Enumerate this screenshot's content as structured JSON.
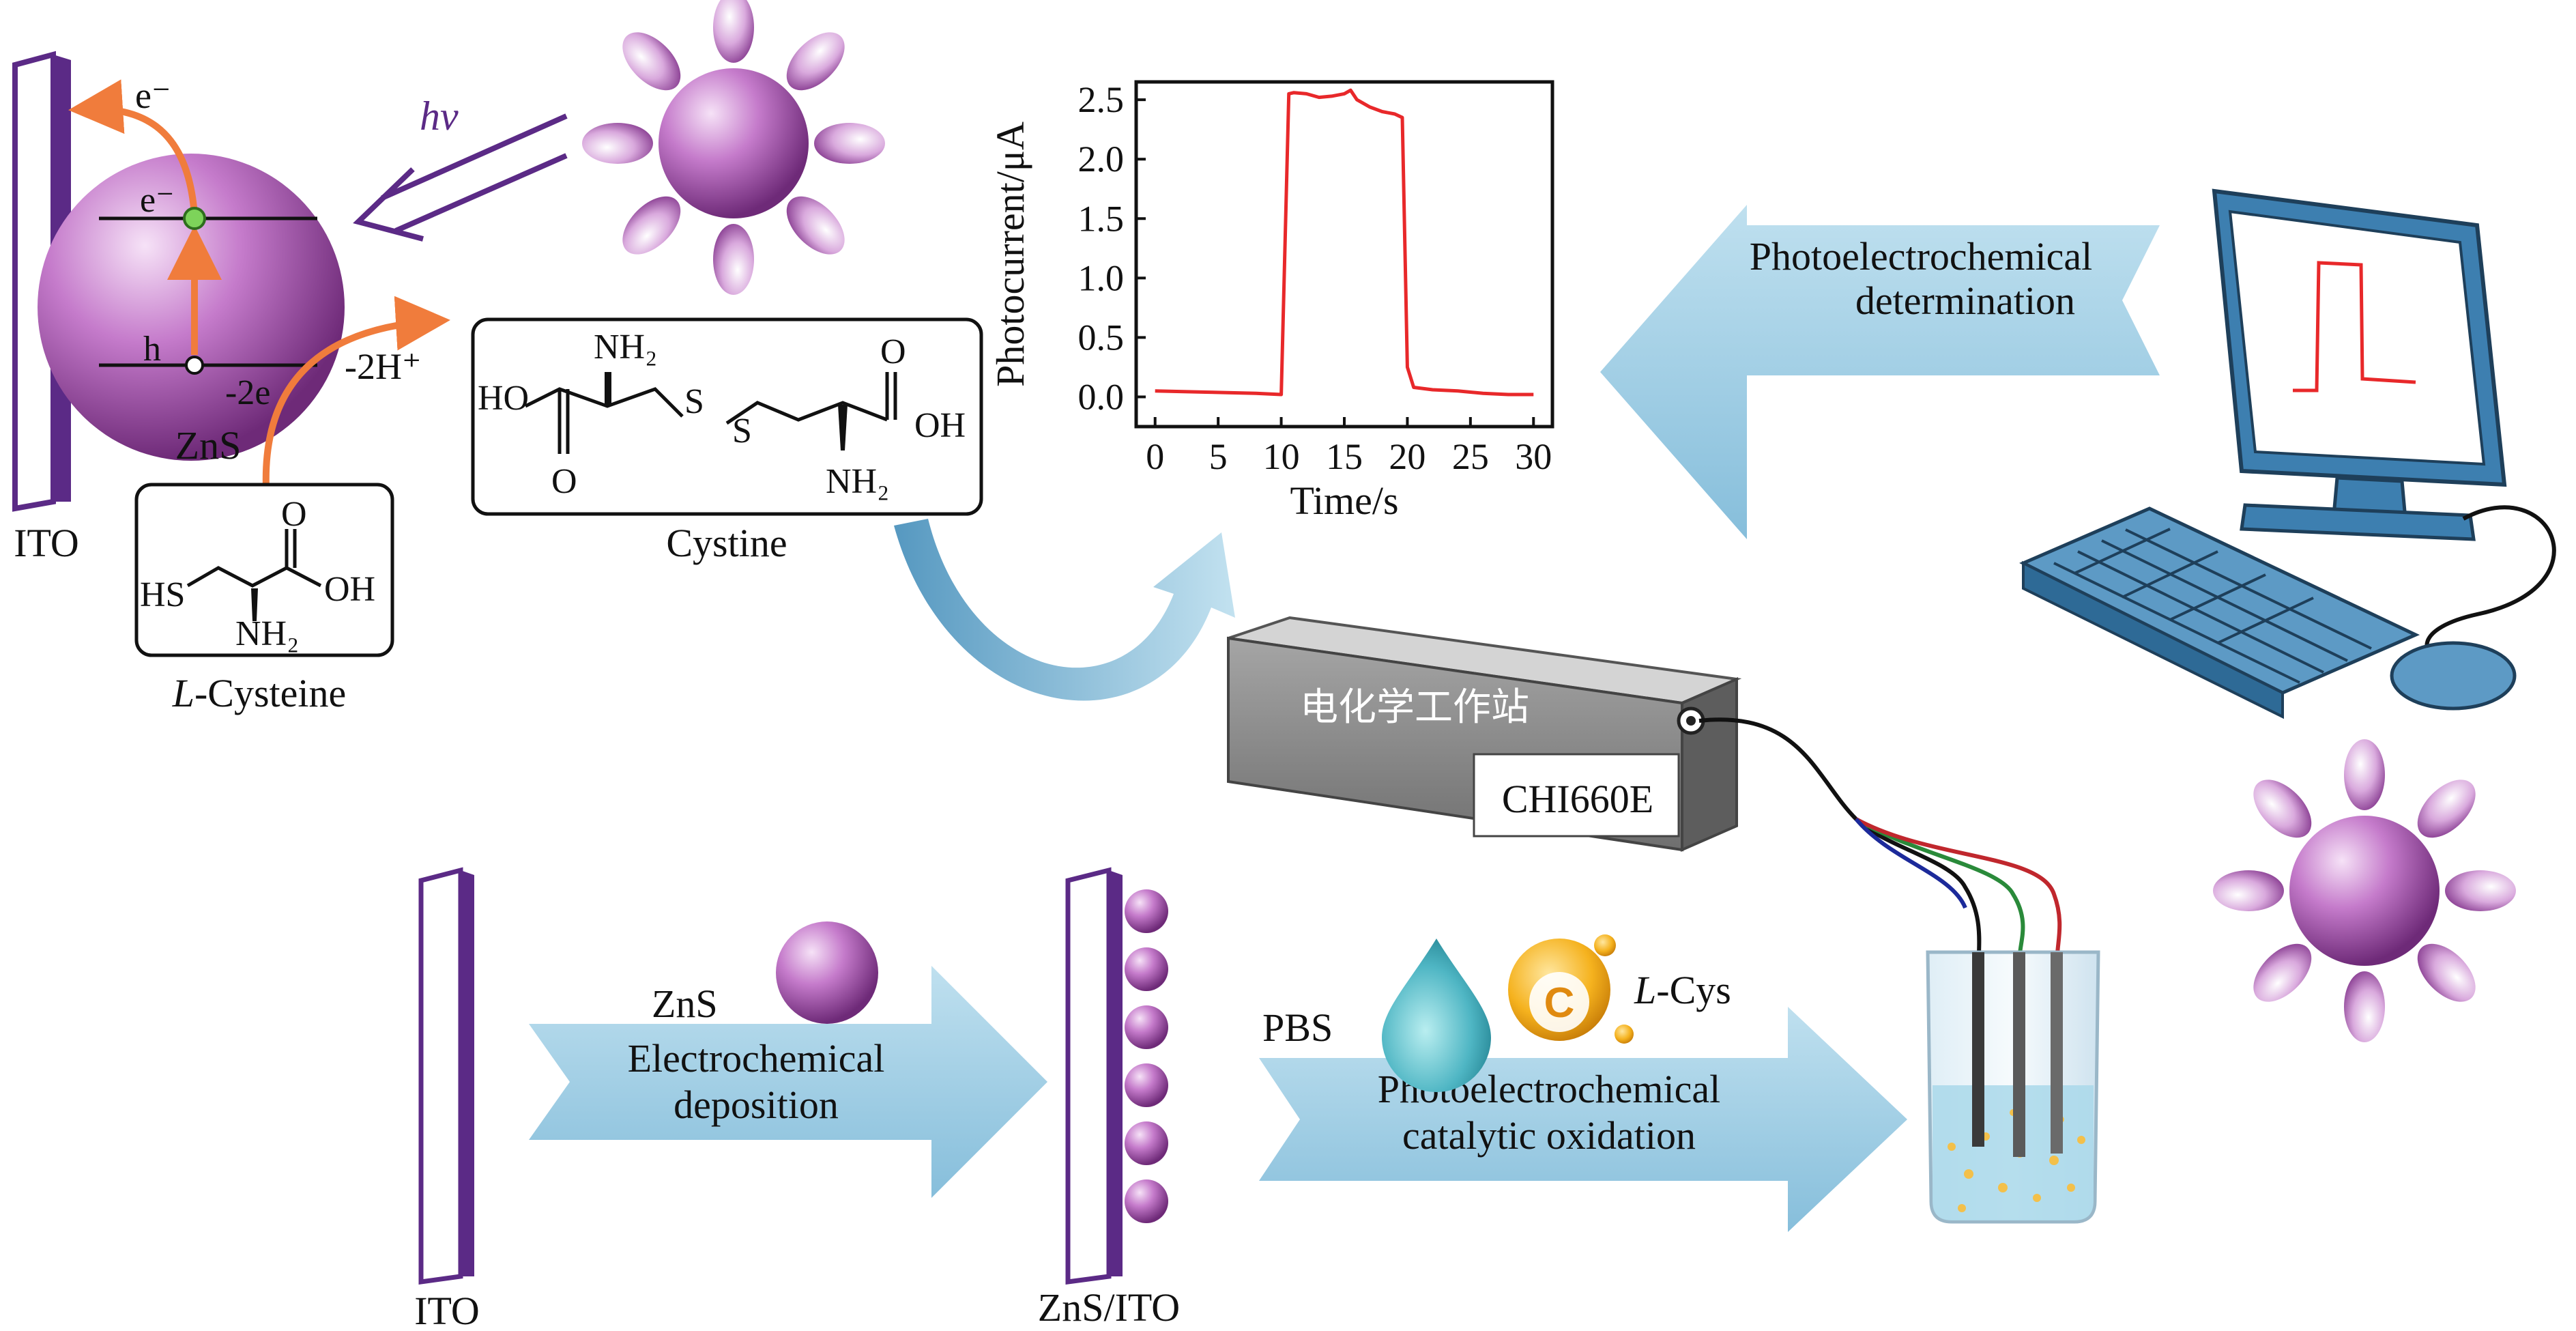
{
  "labels": {
    "ito_left": "ITO",
    "hv": "hv",
    "e_minus_top": "e⁻",
    "e_minus_band": "e⁻",
    "hole": "h",
    "minus_2e": "-2e",
    "minus_2h": "-2H⁺",
    "zns_particle": "ZnS",
    "l_cysteine": "L-Cysteine",
    "cystine": "Cystine",
    "ito_bottom": "ITO",
    "zns_label": "ZnS",
    "zns_ito": "ZnS/ITO",
    "pbs": "PBS",
    "l_cys": "L-Cys",
    "vitamin_c": "C"
  },
  "molecules": {
    "cysteine": {
      "hs": "HS",
      "oh": "OH",
      "o": "O",
      "nh2": "NH₂"
    },
    "cystine": {
      "ho": "HO",
      "nh2_top": "NH₂",
      "s1": "S",
      "s2": "S",
      "o_top": "O",
      "oh": "OH",
      "o_bottom": "O",
      "nh2_bottom": "NH₂"
    }
  },
  "arrows": {
    "photo_det_line1": "Photoelectrochemical",
    "photo_det_line2": "determination",
    "electrodep_line1": "Electrochemical",
    "electrodep_line2": "deposition",
    "catalytic_line1": "Photoelectrochemical",
    "catalytic_line2": "catalytic oxidation"
  },
  "workstation": {
    "name": "电化学工作站",
    "model": "CHI660E"
  },
  "colors": {
    "purple": "#5b2a86",
    "sphere": "#b064b8",
    "arrow_blue": "#9ccbe3",
    "arrow_orange": "#f07c3c",
    "trace_red": "#e8282a",
    "monitor": "#3d7fb0"
  },
  "chart_data": {
    "type": "line",
    "x": [
      0,
      2,
      4,
      6,
      8,
      10,
      10.6,
      11,
      12,
      13,
      14,
      15,
      15.5,
      16,
      17,
      18,
      19,
      19.6,
      20,
      20.5,
      22,
      24,
      26,
      28,
      30
    ],
    "series": [
      {
        "values": [
          0.05,
          0.045,
          0.04,
          0.035,
          0.03,
          0.02,
          2.55,
          2.56,
          2.55,
          2.52,
          2.53,
          2.55,
          2.58,
          2.5,
          2.44,
          2.4,
          2.38,
          2.35,
          0.25,
          0.08,
          0.06,
          0.05,
          0.03,
          0.02,
          0.02
        ]
      }
    ],
    "xlabel": "Time/s",
    "ylabel": "Photocurrent/μA",
    "xlim": [
      -1.5,
      31.5
    ],
    "ylim": [
      -0.25,
      2.65
    ],
    "xticks": [
      0,
      5,
      10,
      15,
      20,
      25,
      30
    ],
    "yticks": [
      0.0,
      0.5,
      1.0,
      1.5,
      2.0,
      2.5
    ],
    "ytick_labels": [
      "0.0",
      "0.5",
      "1.0",
      "1.5",
      "2.0",
      "2.5"
    ],
    "grid": false
  }
}
